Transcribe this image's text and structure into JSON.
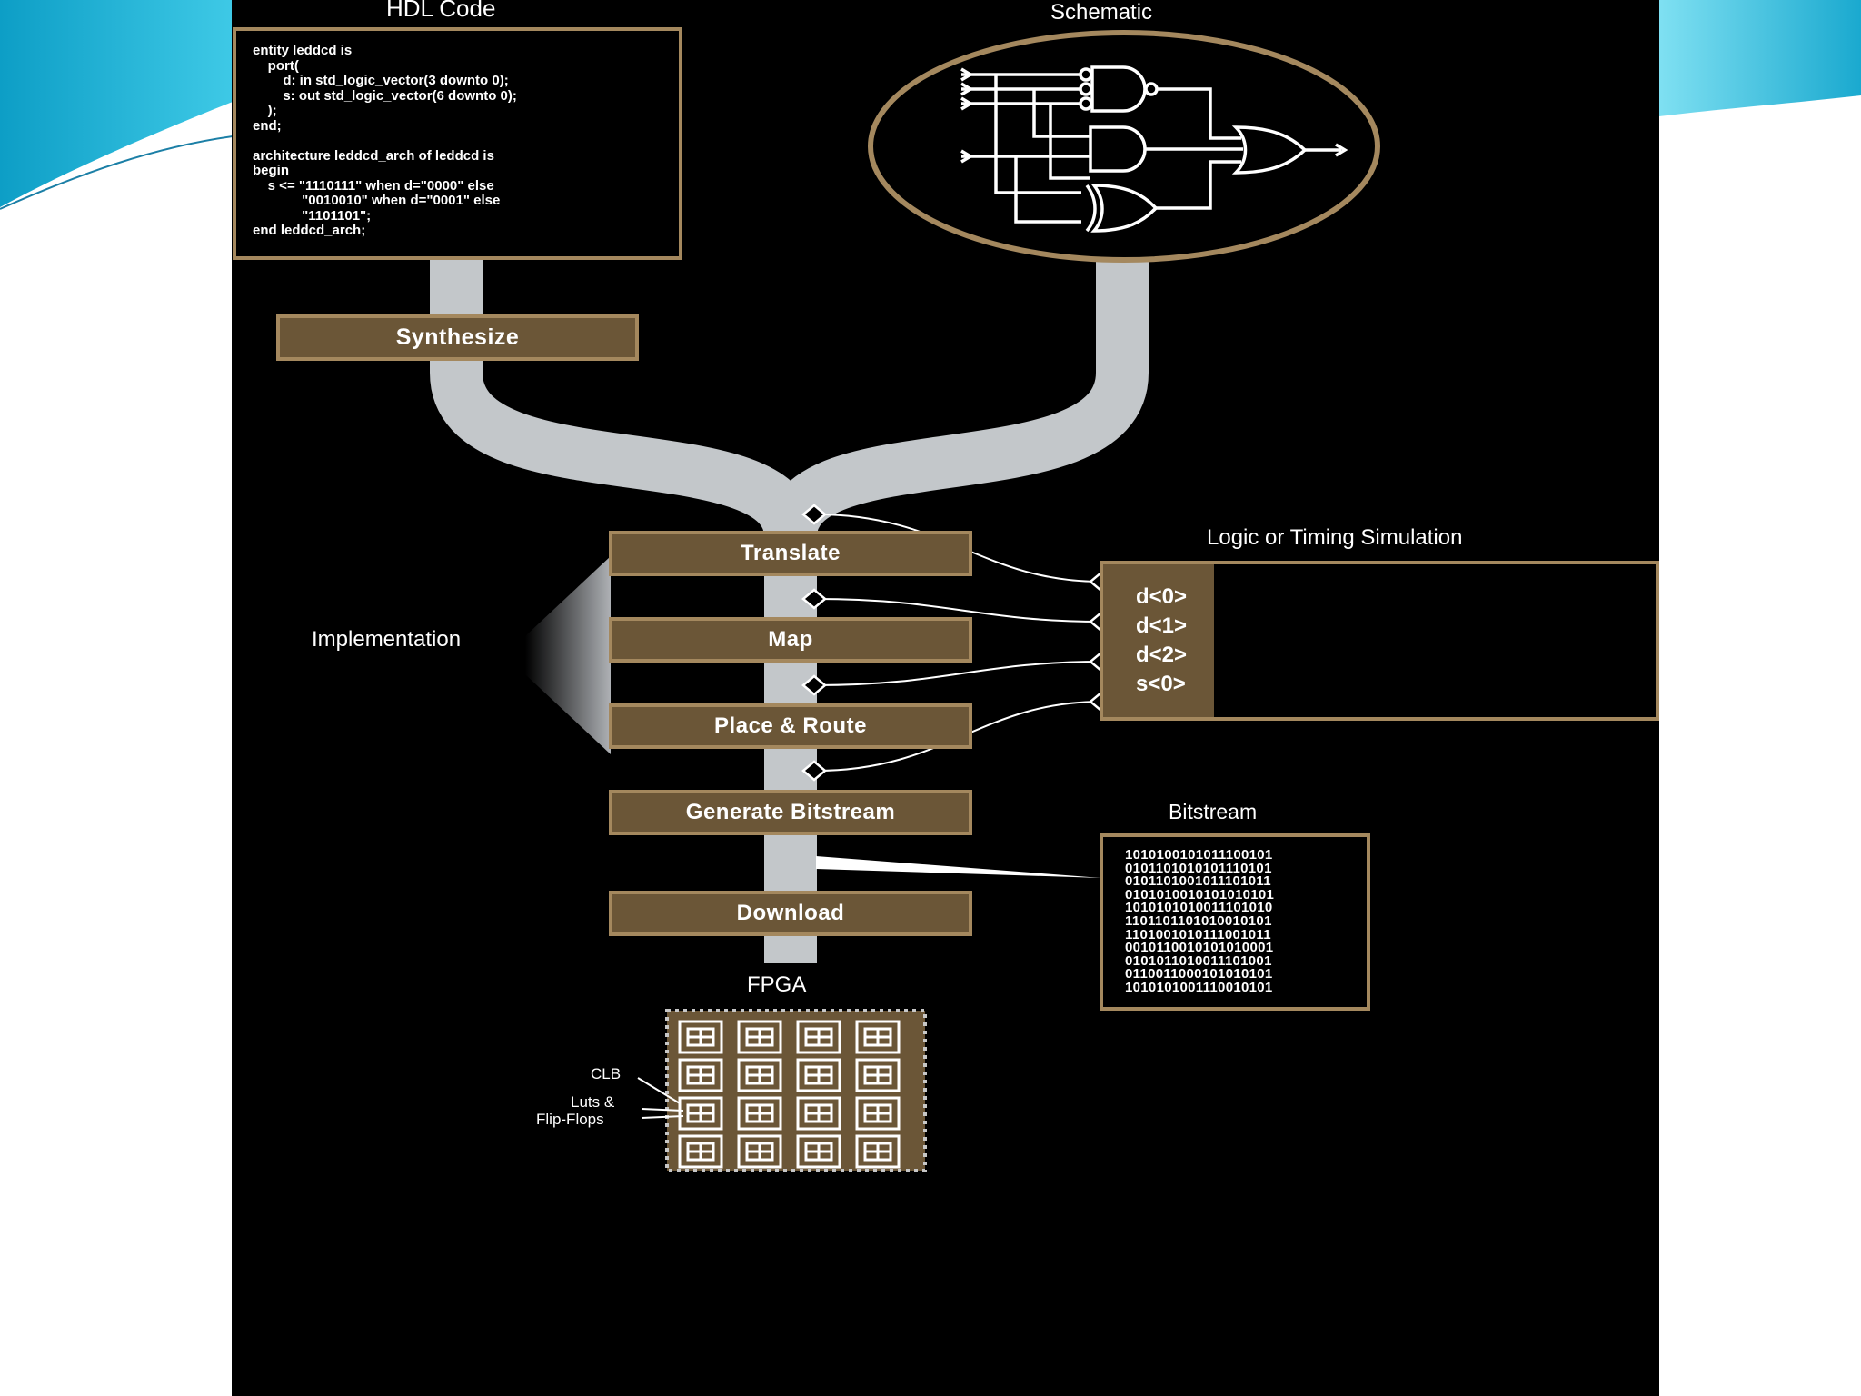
{
  "diagram": {
    "hdl_title": "HDL Code",
    "schematic_title": "Schematic",
    "hdl_code": [
      "entity leddcd is",
      "    port(",
      "        d: in std_logic_vector(3 downto 0);",
      "        s: out std_logic_vector(6 downto 0);",
      "    );",
      "end;",
      "",
      "architecture leddcd_arch of leddcd is",
      "begin",
      "    s <= \"1110111\" when d=\"0000\" else",
      "             \"0010010\" when d=\"0001\" else",
      "             \"1101101\";",
      "end leddcd_arch;"
    ],
    "steps": {
      "synthesize": "Synthesize",
      "translate": "Translate",
      "map": "Map",
      "place_route": "Place & Route",
      "generate_bitstream": "Generate Bitstream",
      "download": "Download"
    },
    "implementation_label": "Implementation",
    "simulation": {
      "title": "Logic or Timing Simulation",
      "signals": [
        "d<0>",
        "d<1>",
        "d<2>",
        "s<0>"
      ]
    },
    "bitstream": {
      "title": "Bitstream",
      "lines": [
        "1010100101011100101",
        "0101101010101110101",
        "0101101001011101011",
        "0101010010101010101",
        "1010101010011101010",
        "1101101101010010101",
        "1101001010111001011",
        "0010110010101010001",
        "0101011010011101001",
        "0110011000101010101",
        "1010101001110010101"
      ]
    },
    "fpga": {
      "title": "FPGA",
      "clb_label": "CLB",
      "luts_label_1": "Luts &",
      "luts_label_2": "Flip-Flops"
    }
  },
  "colors": {
    "panel": "#000000",
    "box_fill": "#6b5637",
    "box_border": "#a4885e",
    "pipe": "#c3c7ca",
    "swoosh": "#18a9cc"
  }
}
